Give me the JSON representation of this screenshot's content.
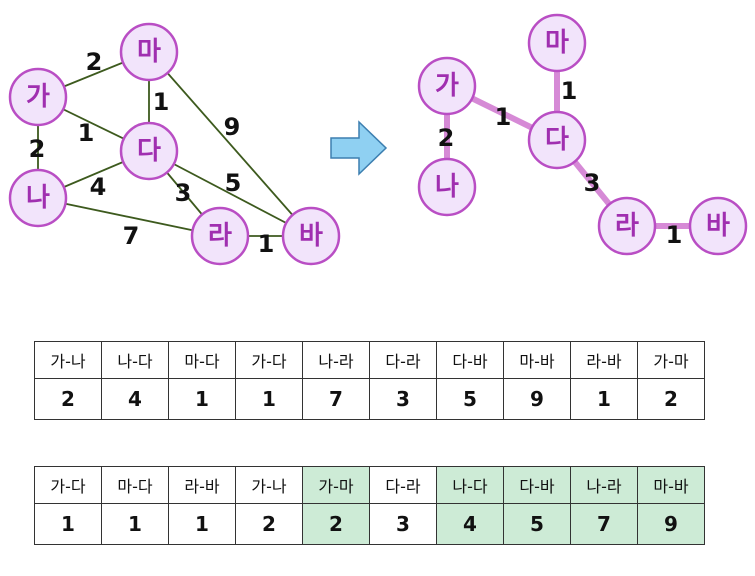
{
  "nodes": [
    "가",
    "나",
    "다",
    "라",
    "마",
    "바"
  ],
  "left_graph": {
    "edges": [
      {
        "from": "가",
        "to": "마",
        "weight": "2"
      },
      {
        "from": "가",
        "to": "나",
        "weight": "2"
      },
      {
        "from": "가",
        "to": "다",
        "weight": "1"
      },
      {
        "from": "마",
        "to": "다",
        "weight": "1"
      },
      {
        "from": "마",
        "to": "바",
        "weight": "9"
      },
      {
        "from": "나",
        "to": "다",
        "weight": "4"
      },
      {
        "from": "다",
        "to": "라",
        "weight": "3"
      },
      {
        "from": "다",
        "to": "바",
        "weight": "5"
      },
      {
        "from": "나",
        "to": "라",
        "weight": "7"
      },
      {
        "from": "라",
        "to": "바",
        "weight": "1"
      }
    ]
  },
  "right_graph": {
    "edges": [
      {
        "from": "가",
        "to": "나",
        "weight": "2"
      },
      {
        "from": "가",
        "to": "다",
        "weight": "1"
      },
      {
        "from": "마",
        "to": "다",
        "weight": "1"
      },
      {
        "from": "다",
        "to": "라",
        "weight": "3"
      },
      {
        "from": "라",
        "to": "바",
        "weight": "1"
      }
    ]
  },
  "arrow_color": "#8fd0f2",
  "mst_edge_color": "#d68ad6",
  "highlight_color": "#cdebd6",
  "table1": {
    "headers": [
      "가-나",
      "나-다",
      "마-다",
      "가-다",
      "나-라",
      "다-라",
      "다-바",
      "마-바",
      "라-바",
      "가-마"
    ],
    "values": [
      "2",
      "4",
      "1",
      "1",
      "7",
      "3",
      "5",
      "9",
      "1",
      "2"
    ]
  },
  "table2": {
    "headers": [
      "가-다",
      "마-다",
      "라-바",
      "가-나",
      "가-마",
      "다-라",
      "나-다",
      "다-바",
      "나-라",
      "마-바"
    ],
    "values": [
      "1",
      "1",
      "1",
      "2",
      "2",
      "3",
      "4",
      "5",
      "7",
      "9"
    ],
    "highlighted": [
      false,
      false,
      false,
      false,
      true,
      false,
      true,
      true,
      true,
      true
    ]
  }
}
